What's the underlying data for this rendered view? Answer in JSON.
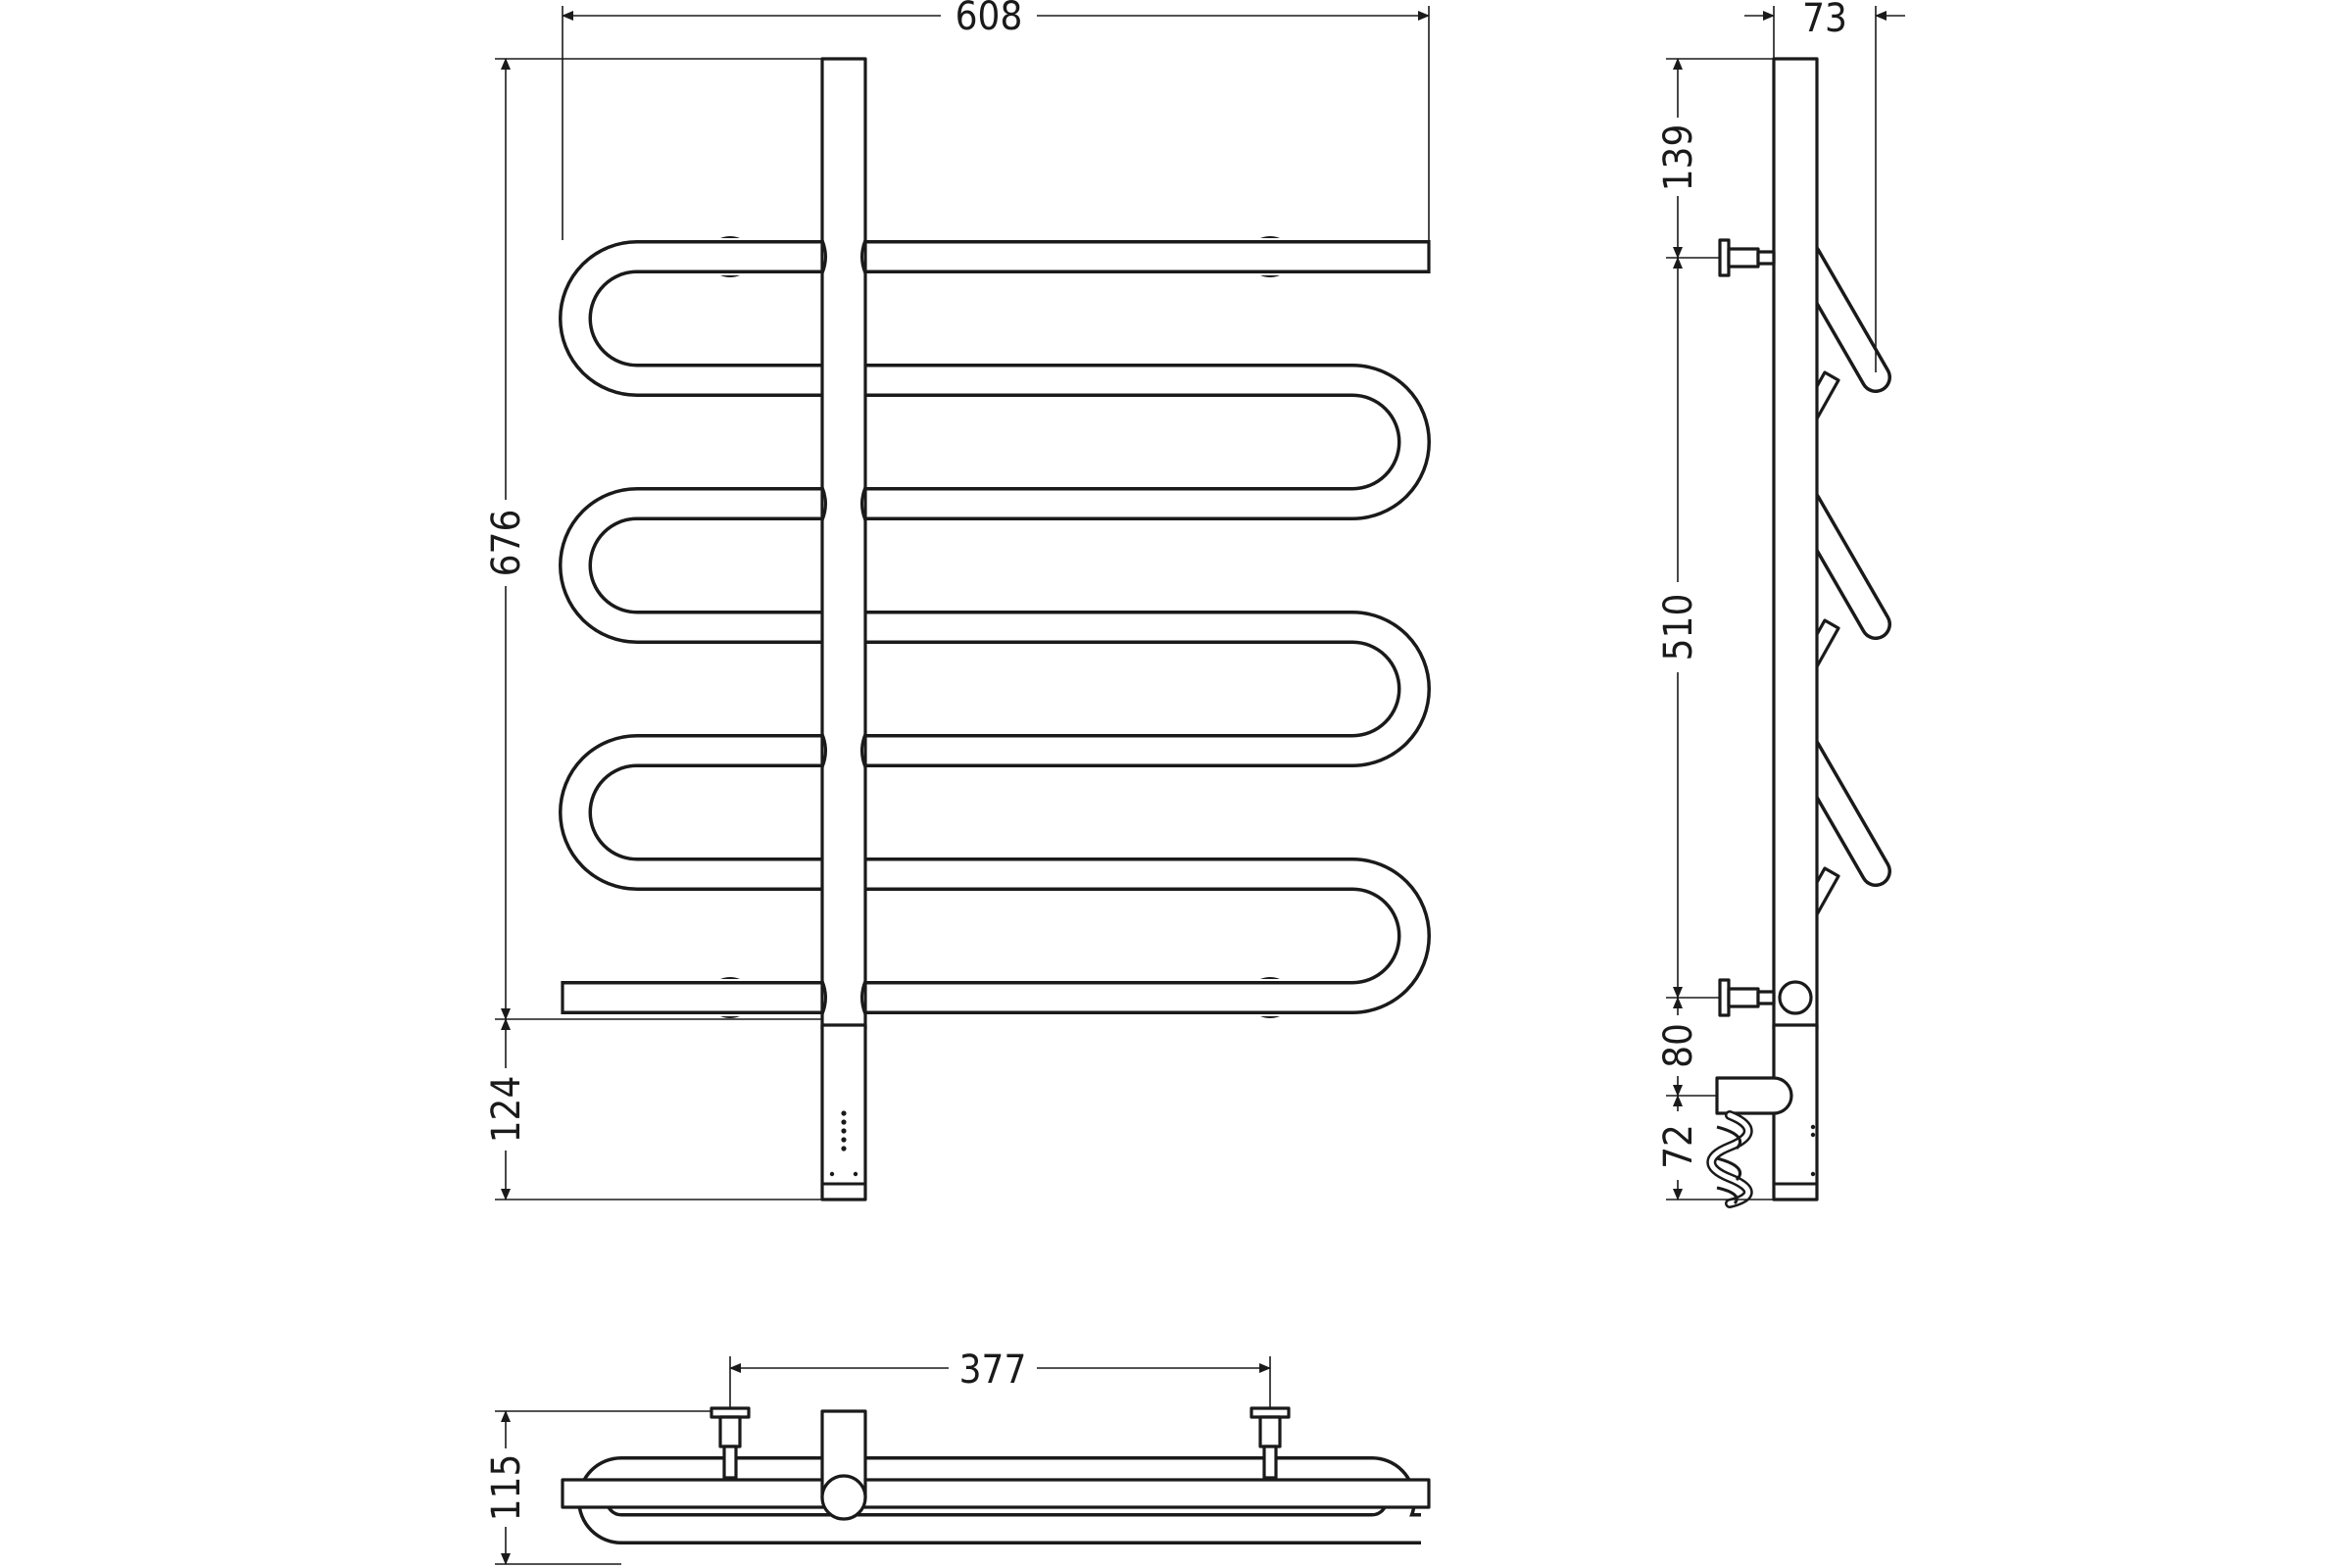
{
  "colors": {
    "line": "#1a1a1a",
    "background": "#ffffff"
  },
  "dimensions": {
    "width_total": "608",
    "height_coil": "676",
    "height_heater": "124",
    "depth_total": "73",
    "top_to_mount": "139",
    "mount_spacing": "510",
    "mount_to_heater": "80",
    "heater_to_bottom": "72",
    "mount_spacing_top_view": "377",
    "depth_top_view": "115"
  }
}
